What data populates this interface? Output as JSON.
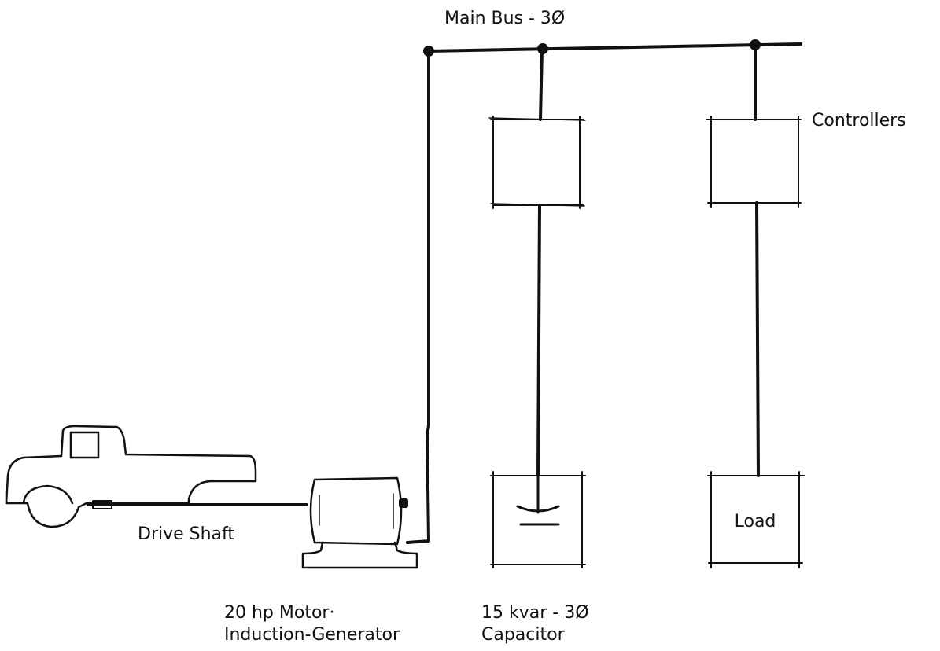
{
  "labels": {
    "main_bus": "Main Bus - 3Ø",
    "controllers": "Controllers",
    "drive_shaft": "Drive Shaft",
    "load": "Load",
    "motor_line1": "20 hp Motor·",
    "motor_line2": "Induction-Generator",
    "capacitor_line1": "15 kvar - 3Ø",
    "capacitor_line2": "Capacitor"
  },
  "icons": {
    "truck": "pickup-truck-icon",
    "motor": "induction-generator-icon",
    "capacitor": "capacitor-symbol-icon"
  },
  "colors": {
    "ink": "#111111",
    "background": "#ffffff"
  }
}
